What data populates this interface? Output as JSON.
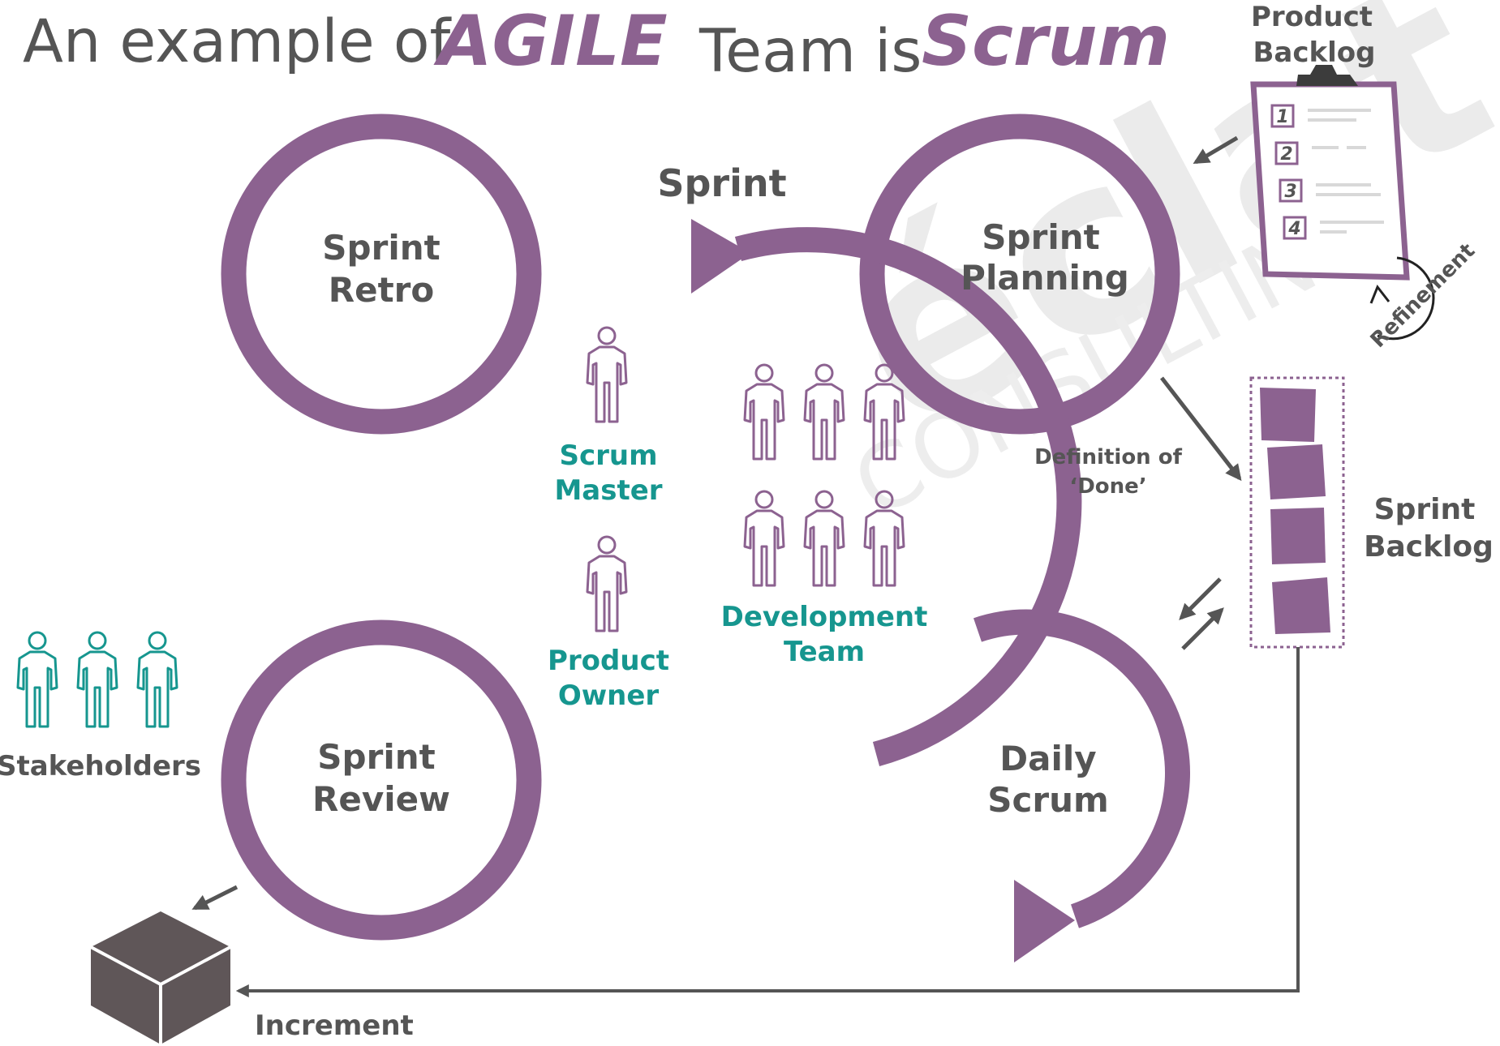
{
  "title": {
    "prefix": "An example of",
    "agile": "AGILE",
    "middle": "Team is",
    "scrum": "Scrum"
  },
  "events": {
    "sprint": "Sprint",
    "retro": [
      "Sprint",
      "Retro"
    ],
    "planning": [
      "Sprint",
      "Planning"
    ],
    "review": [
      "Sprint",
      "Review"
    ],
    "daily": [
      "Daily",
      "Scrum"
    ]
  },
  "roles": {
    "scrum_master": [
      "Scrum",
      "Master"
    ],
    "product_owner": [
      "Product",
      "Owner"
    ],
    "dev_team": [
      "Development",
      "Team"
    ]
  },
  "artifacts": {
    "product_backlog": [
      "Product",
      "Backlog"
    ],
    "backlog_items": [
      "1",
      "2",
      "3",
      "4"
    ],
    "refinement": "Refinement",
    "definition_of_done": [
      "Definition of",
      "‘Done’"
    ],
    "sprint_backlog": [
      "Sprint",
      "Backlog"
    ],
    "stakeholders": "Stakeholders",
    "increment": "Increment"
  },
  "watermark": {
    "brand": "éclat",
    "sub": "CONSULTING"
  },
  "colors": {
    "purple": "#8c6290",
    "teal": "#16968f",
    "gray_text": "#555555",
    "figure_outline": "#8c6290",
    "box_gray": "#5f5658"
  }
}
